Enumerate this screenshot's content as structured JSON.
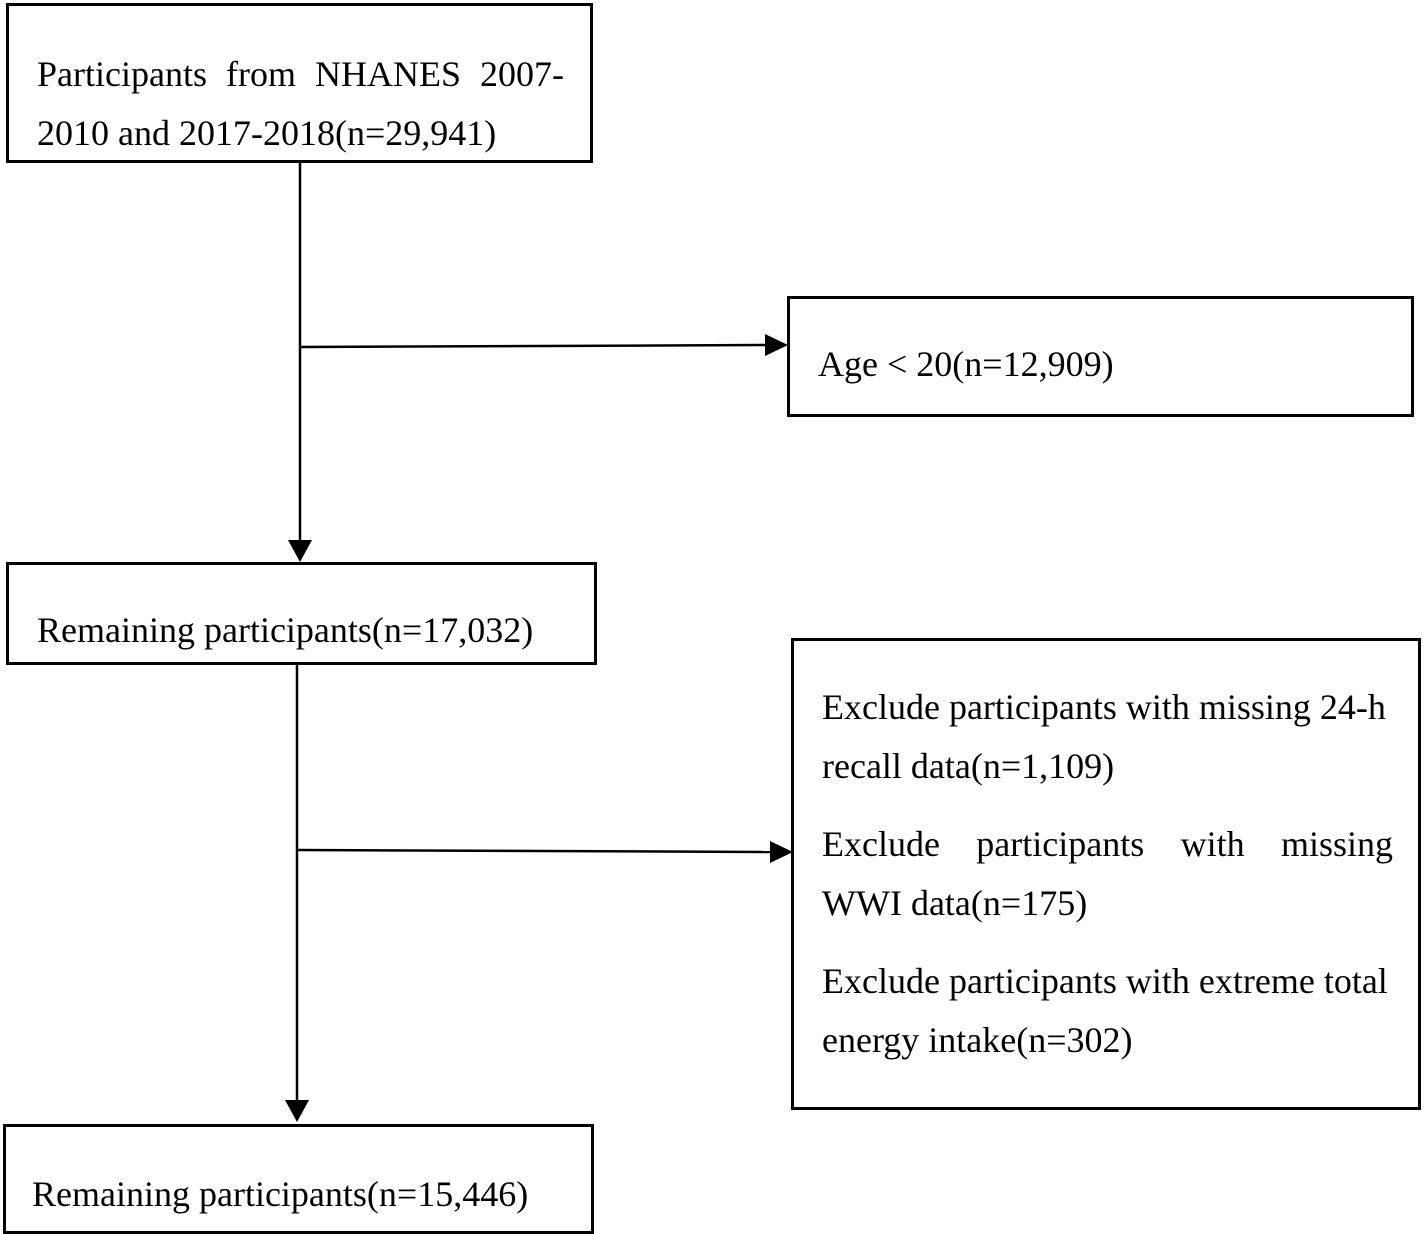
{
  "boxes": {
    "start": {
      "line1": "Participants  from  NHANES  2007-",
      "line2": "2010 and 2017-2018(n=29,941)"
    },
    "exclusion_age": {
      "text": "Age < 20(n=12,909)"
    },
    "remaining_1": {
      "text": "Remaining participants(n=17,032)"
    },
    "exclusion_multi": {
      "item1_line1": "Exclude participants with missing 24-h",
      "item1_line2": "recall data(n=1,109)",
      "item2_line1": "Exclude participants with missing",
      "item2_line2": "WWI data(n=175)",
      "item3_line1": "Exclude participants with extreme total",
      "item3_line2": "energy intake(n=302)"
    },
    "remaining_2": {
      "text": "Remaining participants(n=15,446)"
    }
  }
}
